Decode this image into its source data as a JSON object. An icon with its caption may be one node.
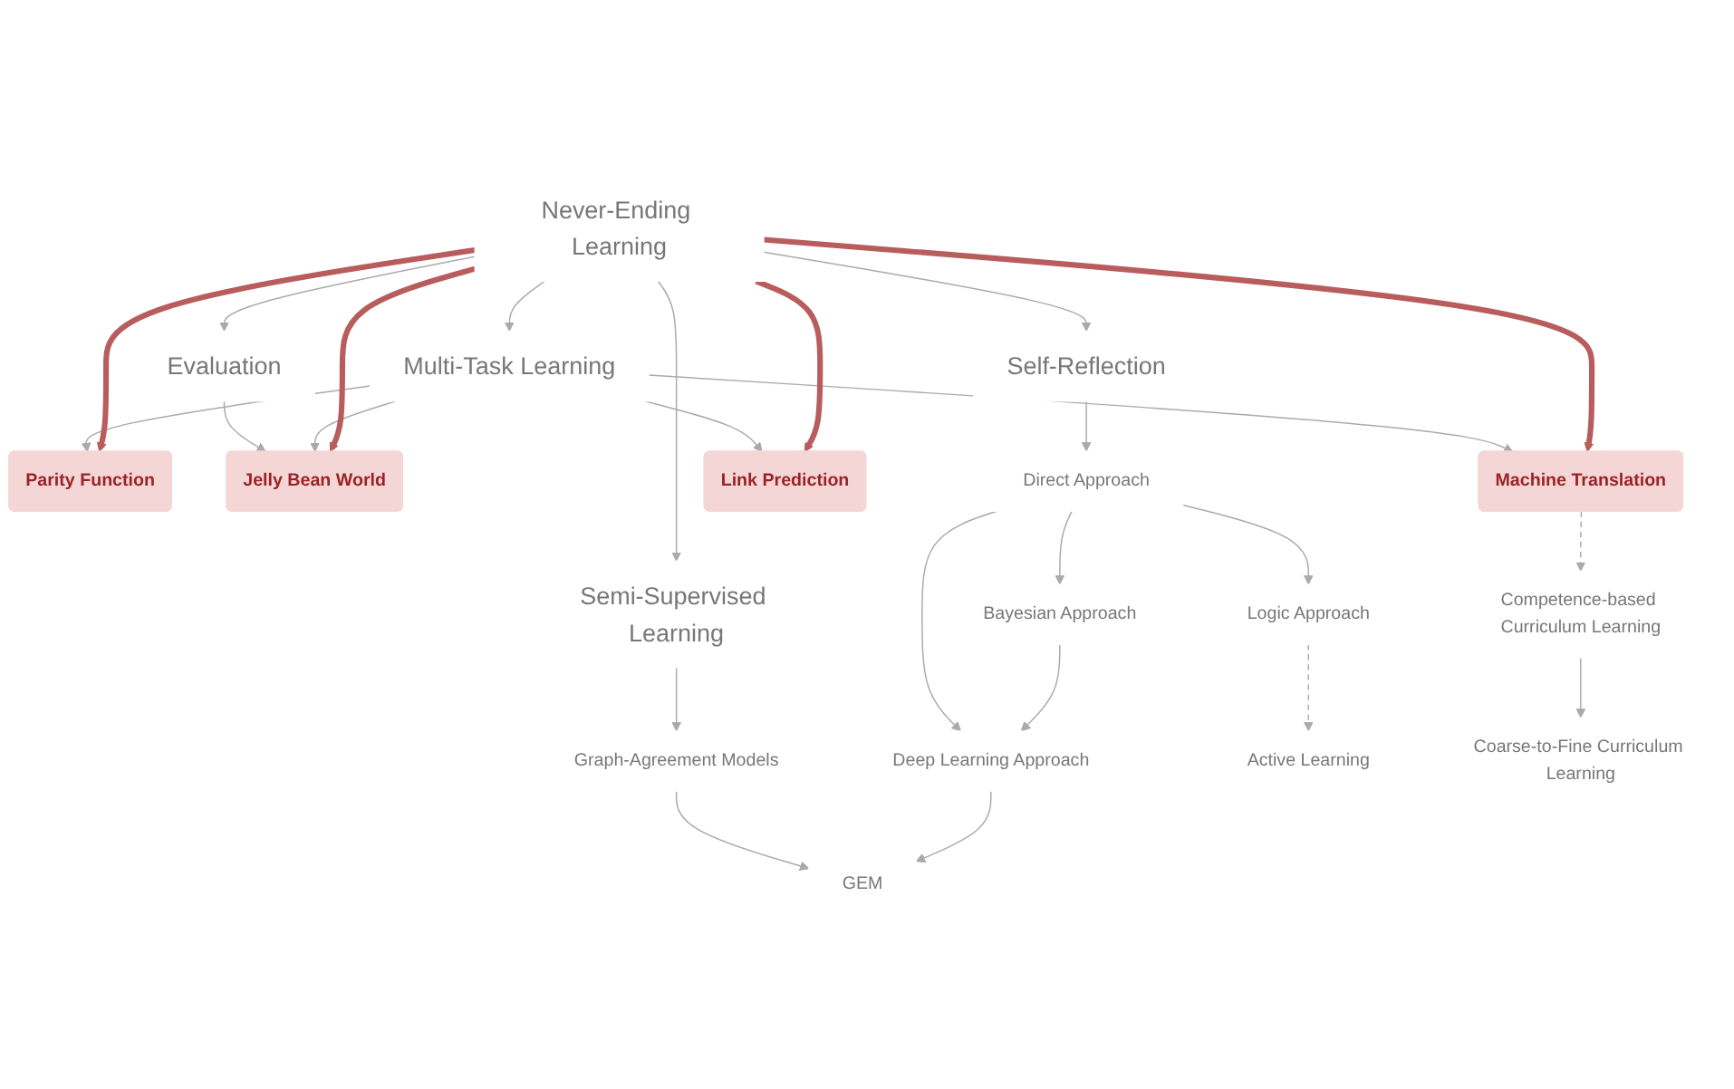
{
  "diagram": {
    "nodes": [
      {
        "text": [
          "Semi-Supervised Learning"
        ]
      },
      {
        "text": [
          "Evaluation"
        ]
      },
      {
        "text": [
          "GEM"
        ]
      },
      {
        "text": [
          "Graph-Agreement Models"
        ]
      },
      {
        "text": [
          "Never-Ending Learning"
        ]
      },
      {
        "text": [
          "Parity Function"
        ]
      },
      {
        "text": [
          "Jelly Bean World"
        ]
      },
      {
        "text": [
          "Self-Reflection"
        ]
      },
      {
        "text": [
          "Multi-Task Learning"
        ]
      },
      {
        "text": [
          "Deep Learning Approach"
        ]
      },
      {
        "text": [
          "Active Learning"
        ]
      },
      {
        "text": [
          "Machine Translation"
        ]
      },
      {
        "text": [
          "Link Prediction"
        ]
      },
      {
        "text": [
          "Direct Approach"
        ]
      },
      {
        "text": [
          "Competence-based Curriculum Learning"
        ]
      },
      {
        "text": [
          "Bayesian Approach"
        ]
      },
      {
        "text": [
          "Logic Approach"
        ]
      },
      {
        "text": [
          "Coarse-to-Fine Curriculum Learning"
        ]
      }
    ],
    "edges": [
      {
        "from": 4,
        "to": 0,
        "arrow": "to"
      },
      {
        "from": 4,
        "to": 1,
        "arrow": "to"
      },
      {
        "from": 0,
        "to": 3,
        "arrow": "to"
      },
      {
        "from": 3,
        "to": 2,
        "arrow": "to"
      },
      {
        "from": 1,
        "to": 6,
        "arrow": "to"
      },
      {
        "from": 4,
        "to": 7,
        "arrow": "to"
      },
      {
        "from": 4,
        "to": 8,
        "arrow": "to"
      },
      {
        "from": 8,
        "to": 5,
        "arrow": "to"
      },
      {
        "from": 8,
        "to": 6,
        "arrow": "to"
      },
      {
        "from": 8,
        "to": 11,
        "arrow": "to"
      },
      {
        "from": 8,
        "to": 12,
        "arrow": "to"
      },
      {
        "from": 4,
        "to": 5,
        "arrow": "to",
        "style": "thick",
        "color": "#b85c5c"
      },
      {
        "from": 4,
        "to": 6,
        "arrow": "to",
        "style": "thick",
        "color": "#b85c5c"
      },
      {
        "from": 4,
        "to": 11,
        "arrow": "to",
        "style": "thick",
        "color": "#b85c5c"
      },
      {
        "from": 4,
        "to": 12,
        "arrow": "to",
        "style": "thick",
        "color": "#b85c5c"
      },
      {
        "from": 7,
        "to": 13,
        "arrow": "to"
      },
      {
        "from": 9,
        "to": 2,
        "arrow": "to"
      },
      {
        "from": 13,
        "to": 9,
        "arrow": "to"
      },
      {
        "from": 13,
        "to": 15,
        "arrow": "to"
      },
      {
        "from": 13,
        "to": 16,
        "arrow": "to"
      },
      {
        "from": 15,
        "to": 9,
        "arrow": "to"
      },
      {
        "from": 16,
        "to": 10,
        "arrow": "to",
        "style": "dashed"
      },
      {
        "from": 11,
        "to": 14,
        "arrow": "to",
        "style": "dashed"
      },
      {
        "from": 14,
        "to": 17,
        "arrow": "to"
      }
    ]
  }
}
